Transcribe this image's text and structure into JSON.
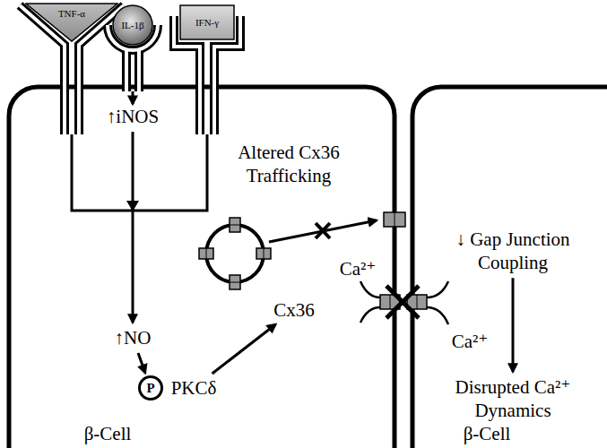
{
  "diagram": {
    "nodes": [
      {
        "text": [
          "TNF-α"
        ]
      },
      {
        "text": [
          "IL-1β"
        ]
      },
      {
        "text": [
          "IFN-γ"
        ]
      },
      {
        "text": [
          "β-Cell"
        ]
      },
      {
        "text": [
          "↑iNOS"
        ],
        "in": 3
      },
      {
        "text": [
          "↑NO"
        ],
        "in": 3
      },
      {
        "text": [
          "P"
        ],
        "in": 3
      },
      {
        "text": [
          "PKCδ"
        ],
        "in": 3
      },
      {
        "text": [
          "Cx36"
        ],
        "in": 3
      },
      {
        "text": [
          "β-Cell"
        ]
      },
      {
        "text": [
          "↓ Gap Junction Coupling"
        ],
        "in": 9
      },
      {
        "text": [
          "Disrupted Ca²⁺ Dynamics"
        ],
        "in": 9
      }
    ],
    "edges": [
      {
        "from": 4,
        "to": 5,
        "arrow": "to"
      },
      {
        "from": 5,
        "to": 6,
        "arrow": "to"
      },
      {
        "from": 7,
        "to": 8,
        "arrow": "to"
      },
      {
        "from": 10,
        "to": 11,
        "arrow": "to"
      }
    ],
    "labels": [
      "Altered Cx36 Trafficking",
      "Ca²⁺",
      "Ca²⁺"
    ]
  }
}
